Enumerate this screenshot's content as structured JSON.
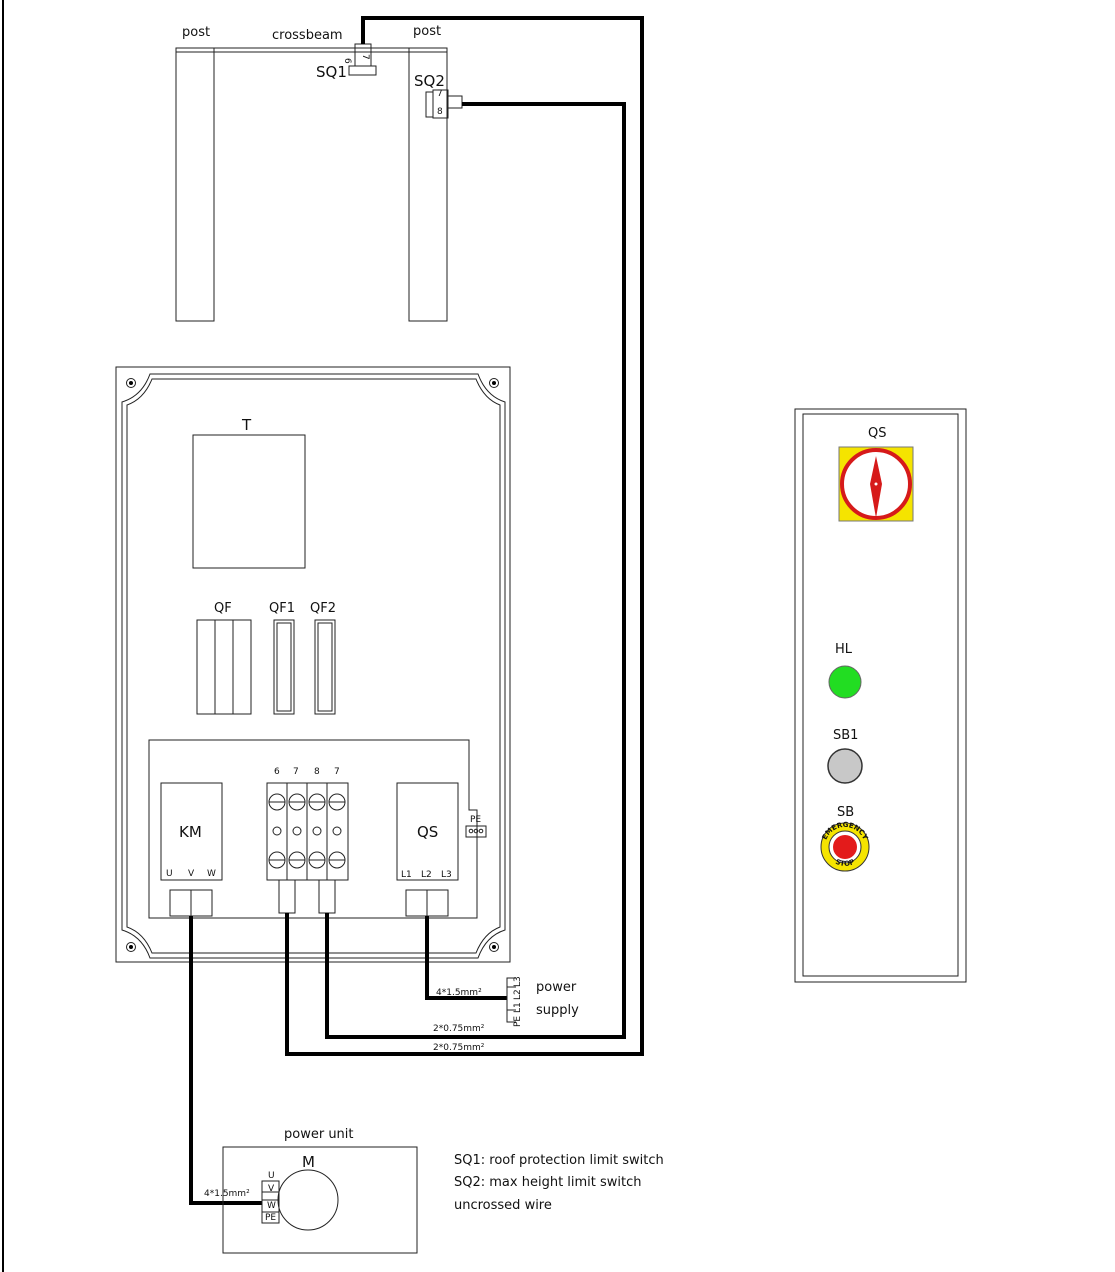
{
  "structure": {
    "post_left": "post",
    "post_right": "post",
    "crossbeam": "crossbeam",
    "sq1": "SQ1",
    "sq2": "SQ2",
    "sq1_t6": "6",
    "sq1_t7": "7",
    "sq2_t7": "7",
    "sq2_t8": "8"
  },
  "cabinet": {
    "t": "T",
    "qf": "QF",
    "qf1": "QF1",
    "qf2": "QF2",
    "km": "KM",
    "km_u": "U",
    "km_v": "V",
    "km_w": "W",
    "terminals": [
      "6",
      "7",
      "8",
      "7"
    ],
    "qs": "QS",
    "qs_l1": "L1",
    "qs_l2": "L2",
    "qs_l3": "L3",
    "pe": "PE"
  },
  "supply": {
    "cable_power": "4*1.5mm²",
    "cable_sq1": "2*0.75mm²",
    "cable_sq2": "2*0.75mm²",
    "pe": "PE",
    "l1": "L1",
    "l2": "L2",
    "l3": "L3",
    "label1": "power",
    "label2": "supply"
  },
  "panel": {
    "qs": "QS",
    "hl": "HL",
    "sb1": "SB1",
    "sb": "SB",
    "estop_text": "EMERGENCY",
    "estop_stop": "STOP",
    "colors": {
      "qs_plate": "#f5e400",
      "qs_ring": "#d61a1a",
      "hl_lamp": "#22dd22",
      "sb1_button": "#c8c8c8",
      "estop": "#e31b1b"
    }
  },
  "motor": {
    "unit": "power unit",
    "m": "M",
    "u": "U",
    "v": "V",
    "w": "W",
    "pe": "PE",
    "cable": "4*1.5mm²"
  },
  "legend": {
    "line1": "SQ1:  roof protection limit switch",
    "line2": "SQ2: max height limit switch",
    "line3": "uncrossed wire"
  }
}
